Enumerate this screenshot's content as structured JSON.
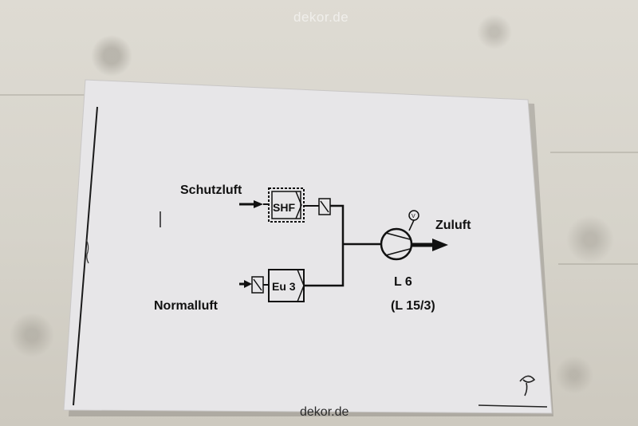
{
  "watermark_top": "dekor.de",
  "watermark_bottom": "dekor.de",
  "labels": {
    "input_top": "Schutzluft",
    "input_bottom": "Normalluft",
    "output": "Zuluft",
    "filter_top": "SHF",
    "filter_bottom": "Eu 3",
    "gauge": "V",
    "unit_id": "L 6",
    "unit_ref": "(L 15/3)"
  },
  "colors": {
    "paper": "#e8e7e9",
    "ink": "#111111",
    "wall": "#d9d6cf"
  }
}
